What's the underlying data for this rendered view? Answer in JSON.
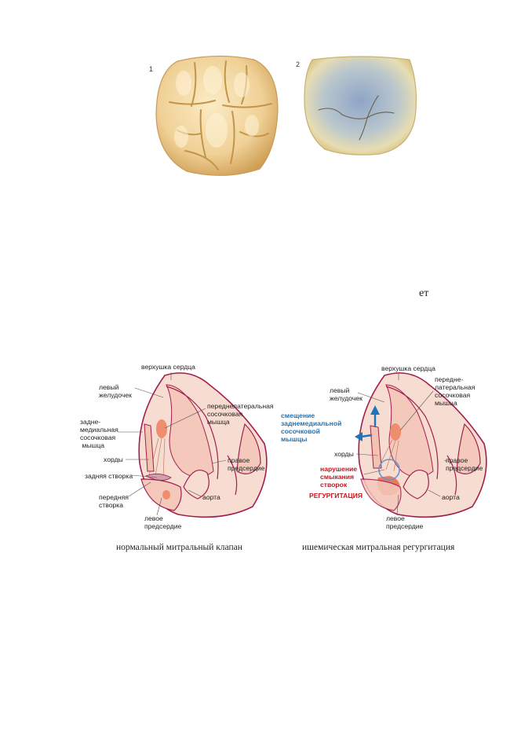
{
  "top": {
    "num1": "1",
    "num2": "2"
  },
  "stray_text": "ет",
  "left": {
    "labels": {
      "apex": "верхушка сердца",
      "lv": "левый\nжелудочек",
      "anterolateral": "переднелатеральная\nсосочковая\nмышца",
      "posteromedial": "задне-\nмедиальная\nсосочковая\n мышца",
      "chords": "хорды",
      "posterior_leaflet": "задняя створка",
      "anterior_leaflet": "передняя\nстворка",
      "la": "левое\nпредсердие",
      "ra": "правое\nпредсердие",
      "aorta": "аорта"
    },
    "caption": "нормальный митральный клапан"
  },
  "right": {
    "labels": {
      "apex": "верхушка сердца",
      "lv": "левый\nжелудочек",
      "anterolateral": "передне-\nлатеральная\nсосочковая\nмышца",
      "displacement": "смещение\nзаднемедиальной\nсосочковой\nмышцы",
      "chords": "хорды",
      "coaptation": "нарушение\nсмыкания\nстворок",
      "regurgitation": "РЕГУРГИТАЦИЯ",
      "la": "левое\nпредсердие",
      "ra": "правое\nпредсердие",
      "aorta": "аорта"
    },
    "caption": "ишемическая митральная регургитация"
  },
  "colors": {
    "heart_outline": "#a21f4e",
    "heart_fill": "#f7dcd2",
    "cavity_fill": "#f4c9bb",
    "papillary": "#ee8e6e",
    "arrow_blue": "#1f73b7",
    "regurgitation_red": "#c8161d",
    "tooth_light": "#f3dcaa",
    "tooth_shadow": "#c99a52",
    "occlusal_blue": "#8aa3c6"
  }
}
